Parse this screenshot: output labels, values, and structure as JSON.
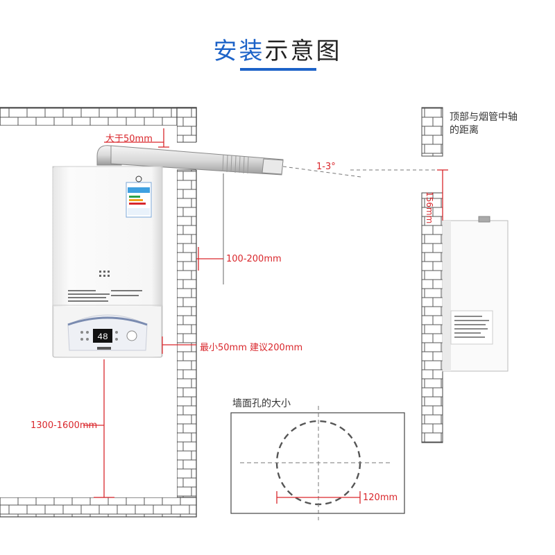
{
  "title": {
    "part1": "安装",
    "part2": "示意图"
  },
  "colors": {
    "accent": "#1d63c8",
    "dimension": "#d9262b",
    "wall": "#444444"
  },
  "labels": {
    "clearance_top": "大于50mm",
    "slope": "1-3°",
    "pipe_to_wall": "100-200mm",
    "side_clearance": "最小50mm  建议200mm",
    "floor_height": "1300-1600mm",
    "top_to_flue_line1": "顶部与烟管中轴",
    "top_to_flue_line2": "的距离",
    "top_to_flue_value": "156mm",
    "hole_title": "墙面孔的大小",
    "hole_diameter": "120mm"
  },
  "heater_display": {
    "value": "48"
  }
}
